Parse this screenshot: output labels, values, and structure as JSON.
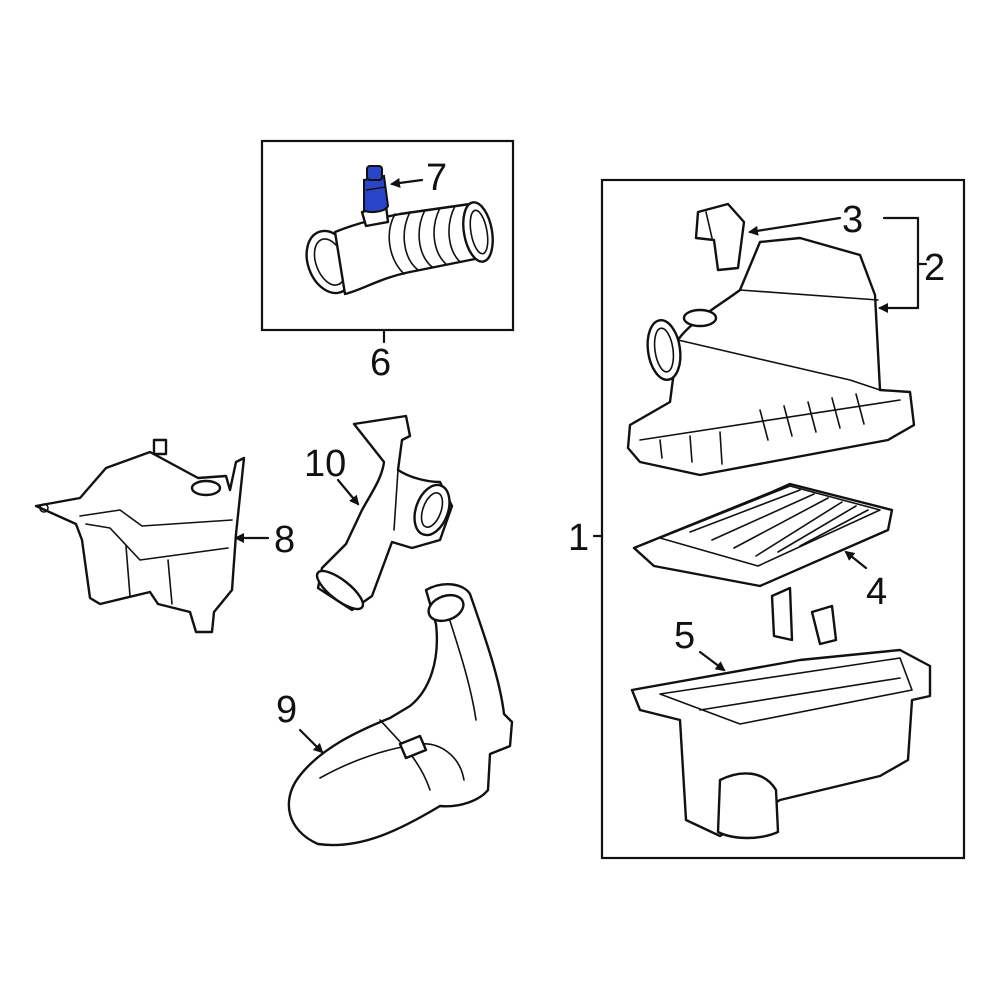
{
  "labels": {
    "l1": "1",
    "l2": "2",
    "l3": "3",
    "l4": "4",
    "l5": "5",
    "l6": "6",
    "l7": "7",
    "l8": "8",
    "l9": "9",
    "l10": "10"
  },
  "colors": {
    "line": "#111111",
    "highlight_sensor": "#2a45c8",
    "background": "#ffffff"
  }
}
